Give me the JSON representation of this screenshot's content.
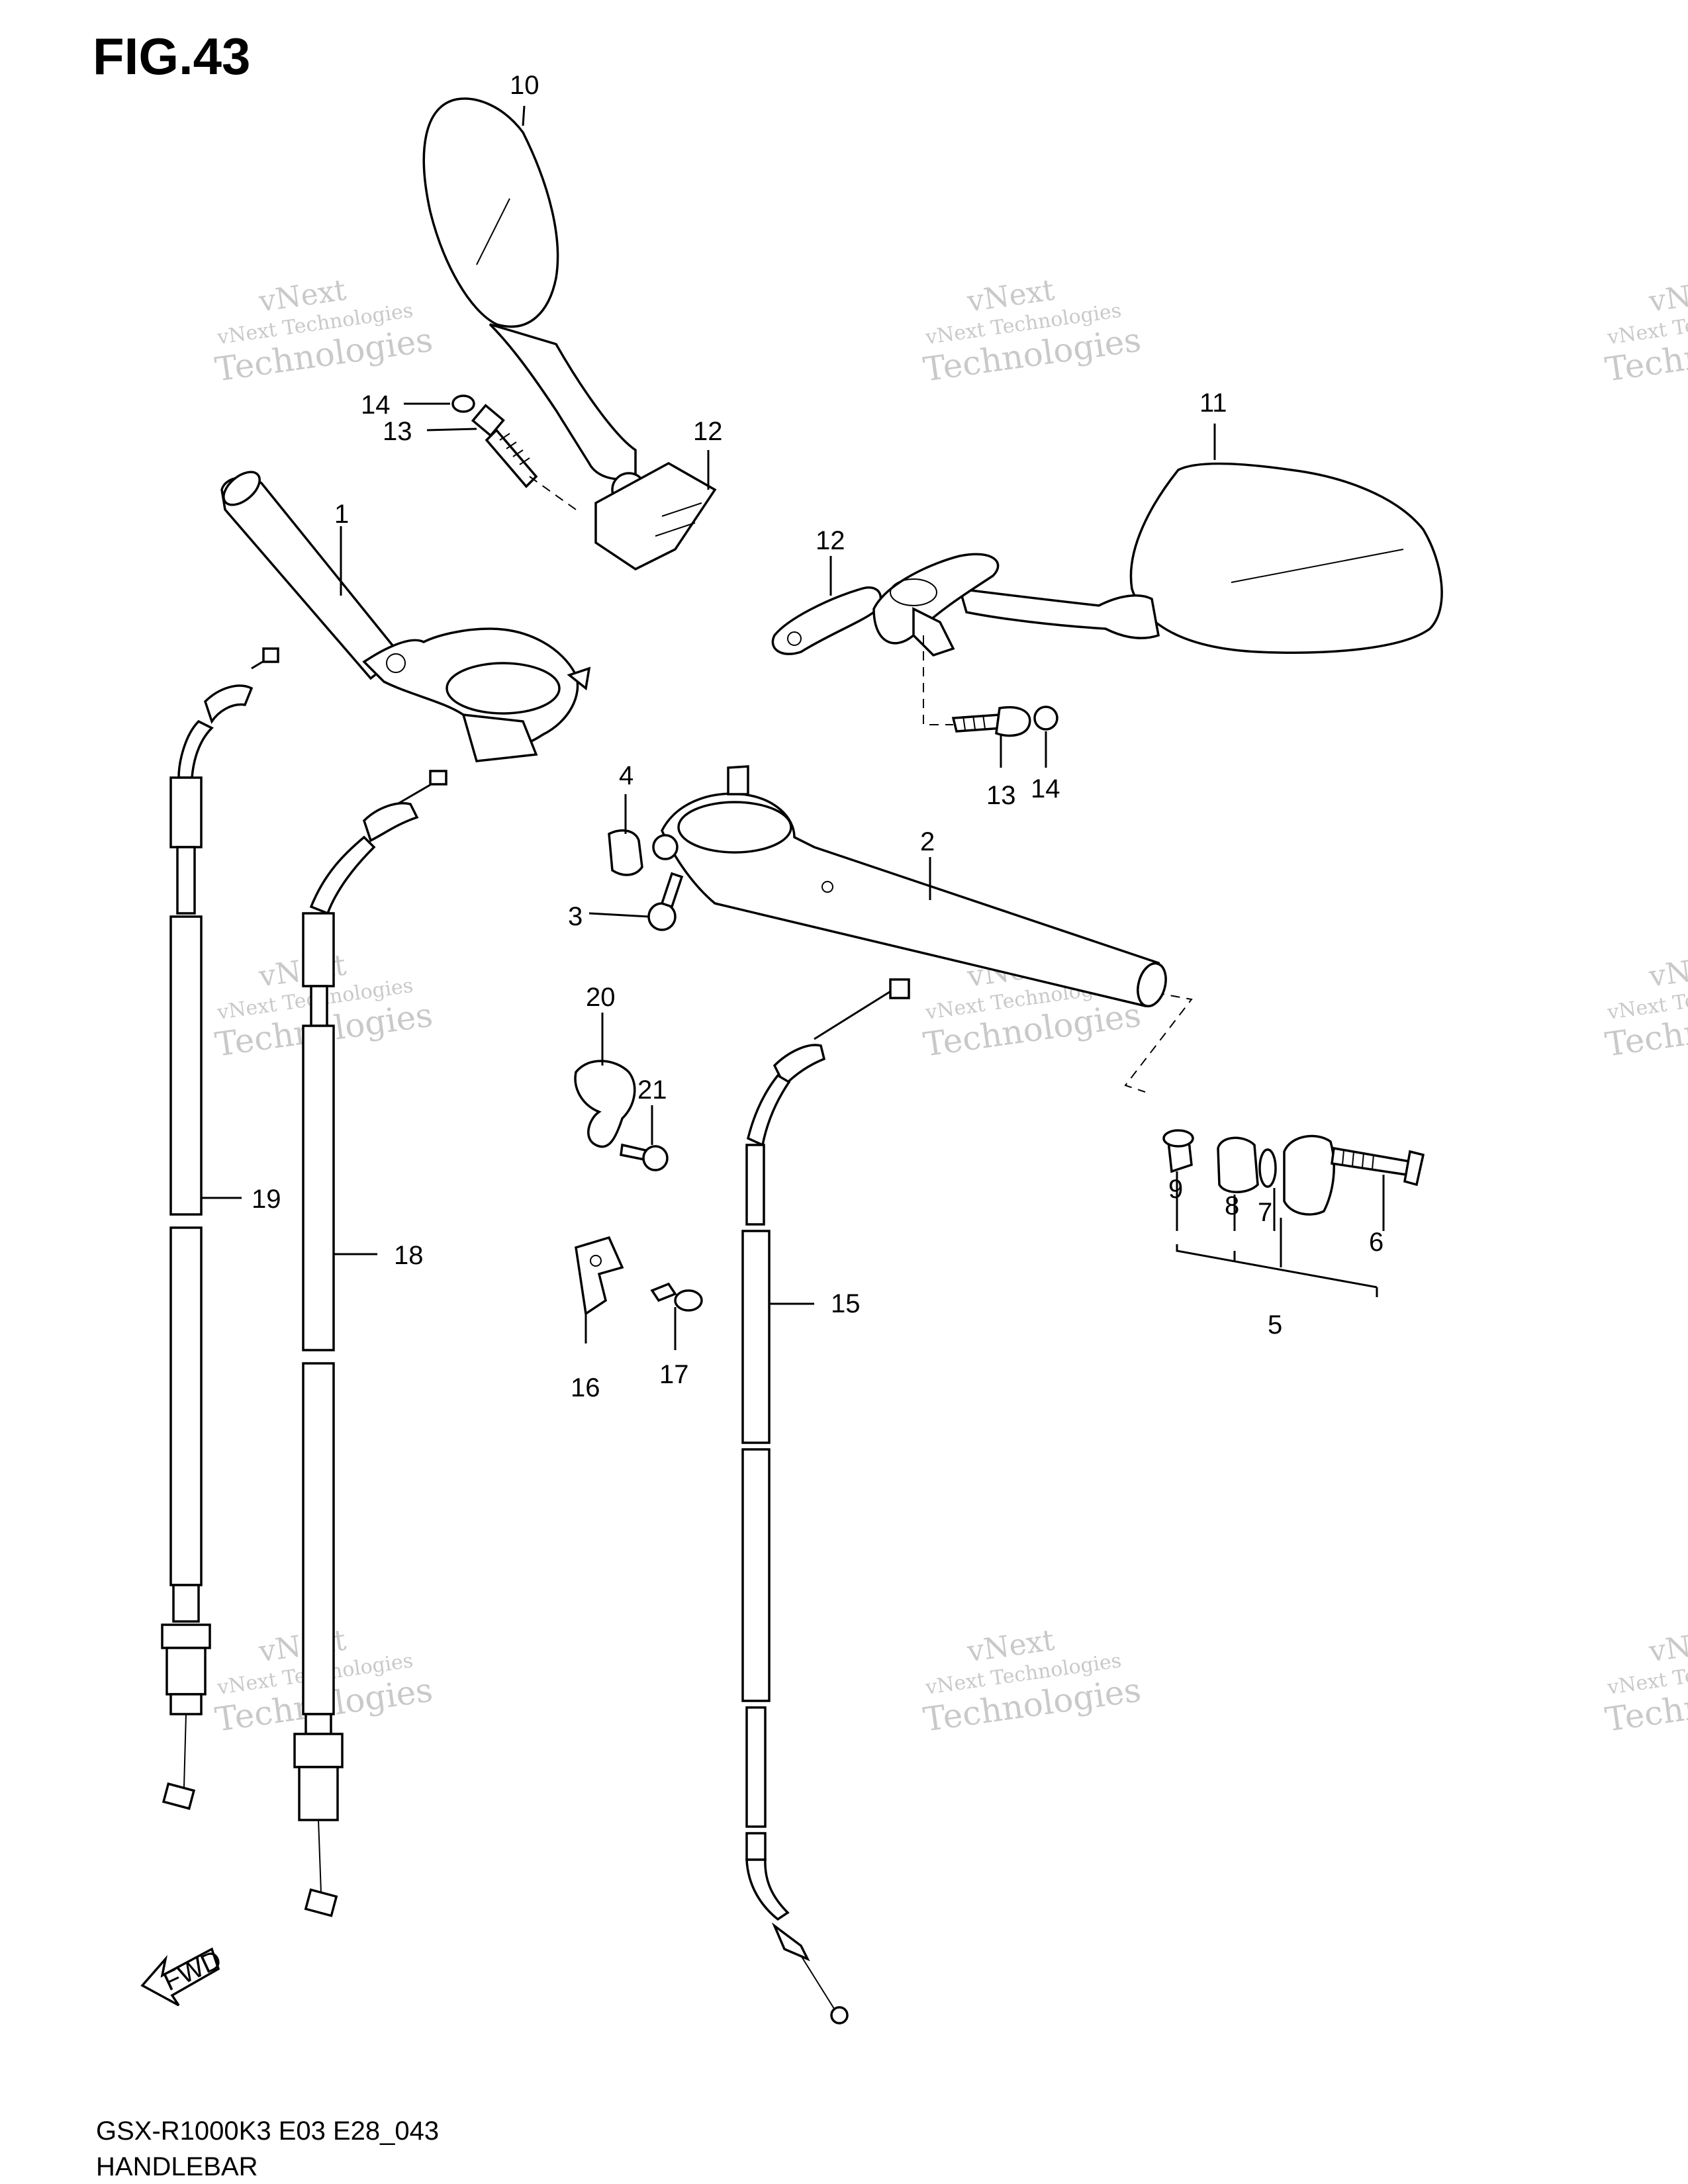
{
  "figure": {
    "title": "FIG.43",
    "model_code": "GSX-R1000K3 E03 E28_043",
    "section_name": "HANDLEBAR"
  },
  "watermark": {
    "line1": "vNext",
    "line2": "vNext Technologies",
    "line3": "Technologies"
  },
  "fwd_label": "FWD",
  "callouts": {
    "c1": "1",
    "c2": "2",
    "c3": "3",
    "c4": "4",
    "c5": "5",
    "c6": "6",
    "c7": "7",
    "c8": "8",
    "c9": "9",
    "c10": "10",
    "c11": "11",
    "c12a": "12",
    "c12b": "12",
    "c13a": "13",
    "c13b": "13",
    "c14a": "14",
    "c14b": "14",
    "c15": "15",
    "c16": "16",
    "c17": "17",
    "c18": "18",
    "c19": "19",
    "c20": "20",
    "c21": "21"
  }
}
